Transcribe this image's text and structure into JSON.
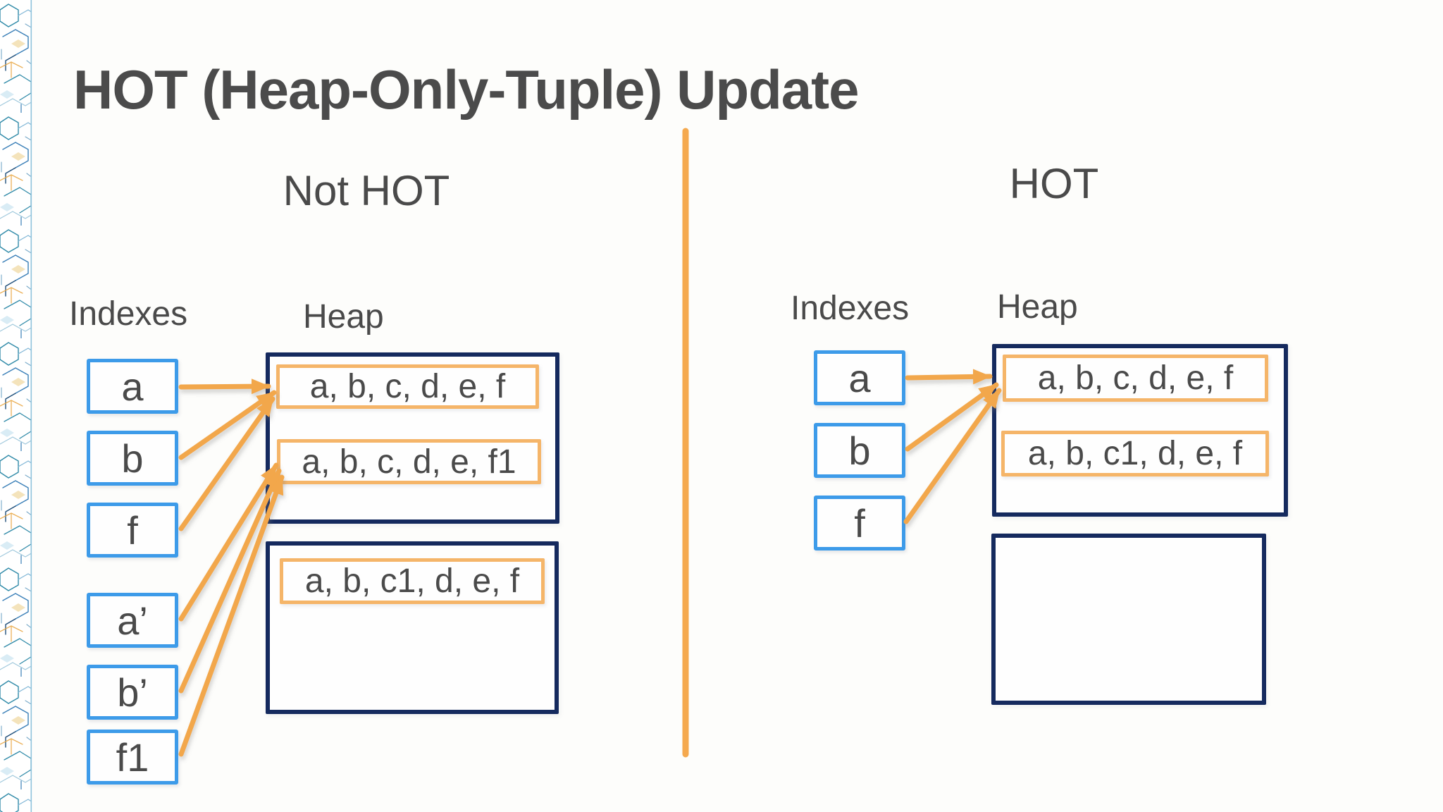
{
  "title": "HOT (Heap-Only-Tuple) Update",
  "left": {
    "heading": "Not HOT",
    "indexes_label": "Indexes",
    "heap_label": "Heap",
    "index_entries": [
      "a",
      "b",
      "f",
      "a’",
      "b’",
      "f1"
    ],
    "page1_tuples": [
      "a, b, c, d, e, f",
      "a, b, c, d, e, f1"
    ],
    "page2_tuples": [
      "a, b, c1, d, e, f"
    ]
  },
  "right": {
    "heading": "HOT",
    "indexes_label": "Indexes",
    "heap_label": "Heap",
    "index_entries": [
      "a",
      "b",
      "f"
    ],
    "page1_tuples": [
      "a, b, c, d, e, f",
      "a, b, c1, d, e, f"
    ],
    "page2_tuples": []
  },
  "colors": {
    "index_box_border": "#3d9be9",
    "heap_page_border": "#152a5e",
    "tuple_border": "#f5b569",
    "arrow": "#f2a74b",
    "divider": "#f5a94e",
    "text": "#4a4a4a",
    "background": "#fdfdfb"
  }
}
